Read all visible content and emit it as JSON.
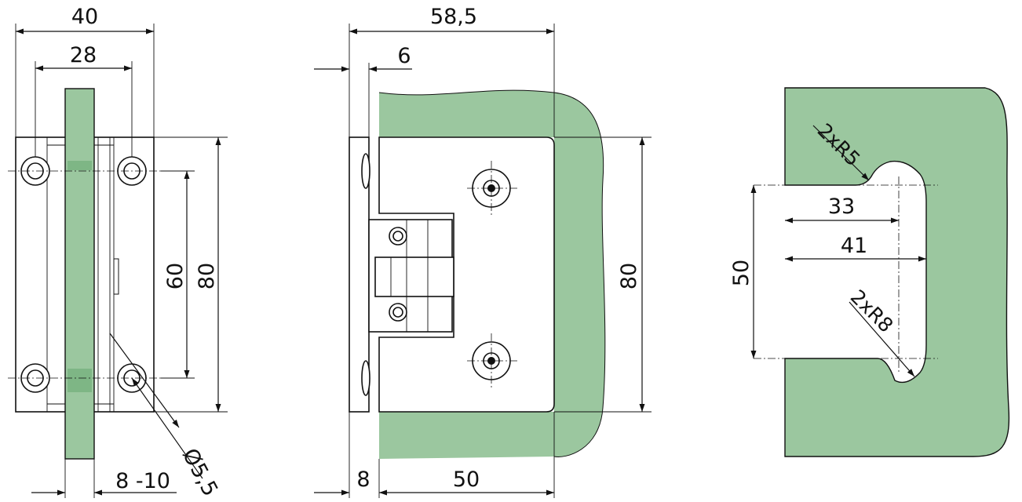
{
  "drawing": {
    "colors": {
      "glass": "#9bc79f",
      "line": "#111111",
      "background": "#ffffff"
    },
    "front_view": {
      "dim_width_overall": "40",
      "dim_width_inner": "28",
      "dim_hole_spacing": "60",
      "dim_height": "80",
      "dim_hole_diameter": "Ø5,5",
      "dim_glass_thickness": "8 -10"
    },
    "side_view": {
      "dim_depth_overall": "58,5",
      "dim_plate": "6",
      "dim_height": "80",
      "dim_offset": "8",
      "dim_plate_width": "50"
    },
    "cutout_view": {
      "dim_radius_small": "2xR5",
      "dim_radius_large": "2xR8",
      "dim_depth_inner": "33",
      "dim_depth_outer": "41",
      "dim_height": "50"
    }
  }
}
